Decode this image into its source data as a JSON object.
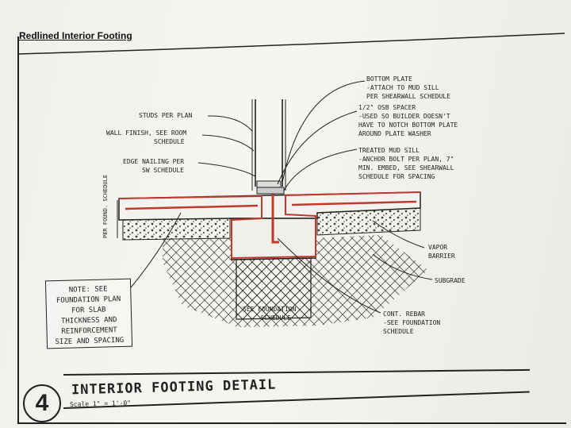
{
  "header": {
    "redlined_title": "Redlined Interior Footing"
  },
  "labels": {
    "bottom_plate": [
      "BOTTOM PLATE",
      "-ATTACH TO MUD SILL",
      "PER SHEARWALL SCHEDULE"
    ],
    "osb_spacer": [
      "1/2\" OSB SPACER",
      "-USED SO BUILDER DOESN'T",
      "HAVE TO NOTCH BOTTOM PLATE",
      "AROUND PLATE WASHER"
    ],
    "treated_mud_sill": [
      "TREATED MUD SILL",
      "-ANCHOR BOLT PER PLAN, 7\"",
      "MIN. EMBED, SEE SHEARWALL",
      "SCHEDULE FOR SPACING"
    ],
    "studs": [
      "STUDS PER PLAN"
    ],
    "wall_finish": [
      "WALL FINISH, SEE ROOM",
      "SCHEDULE"
    ],
    "edge_nailing": [
      "EDGE NAILING PER",
      "SW SCHEDULE"
    ],
    "per_found_schedule": "PER FOUND. SCHEDULE",
    "vapor_barrier": [
      "VAPOR",
      "BARRIER"
    ],
    "subgrade": [
      "SUBGRADE"
    ],
    "see_foundation_schedule": [
      "SEE FOUNDATION",
      "SCHEDULE"
    ],
    "cont_rebar": [
      "CONT. REBAR",
      "-SEE FOUNDATION",
      "SCHEDULE"
    ]
  },
  "note": [
    "NOTE: SEE",
    "FOUNDATION PLAN",
    "FOR SLAB",
    "THICKNESS AND",
    "REINFORCEMENT",
    "SIZE AND SPACING"
  ],
  "title_block": {
    "detail_number": "4",
    "title": "INTERIOR FOOTING DETAIL",
    "scale": "Scale 1\" = 1'-0\""
  },
  "colors": {
    "redline": "#c0392b",
    "ink": "#222222"
  }
}
